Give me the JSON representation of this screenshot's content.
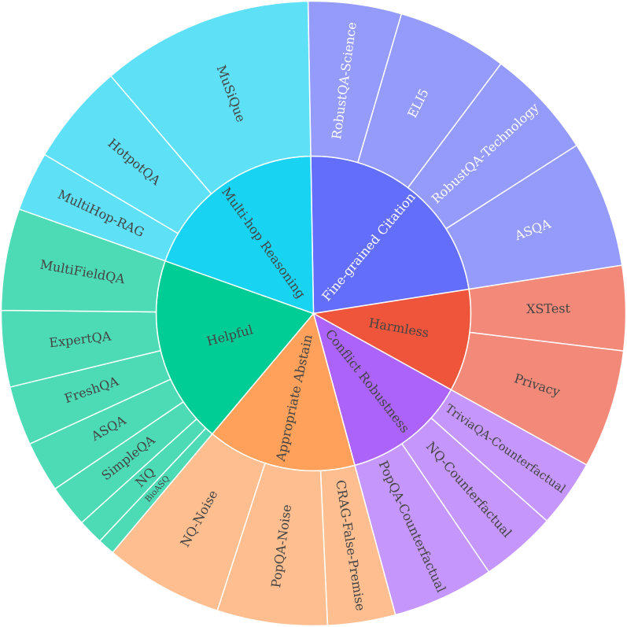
{
  "chart_data": {
    "type": "sunburst",
    "title": "",
    "start_angle_deg": -1,
    "direction": "clockwise",
    "categories": [
      {
        "name": "Fine-grained Citation",
        "color": "#636efa",
        "label_color": "#ffffff",
        "children": [
          {
            "name": "RobustQA-Science",
            "value": 5.5,
            "color": "#949bfb",
            "label_color": "#ffffff"
          },
          {
            "name": "ELI5",
            "value": 6.5,
            "color": "#949bfb",
            "label_color": "#ffffff"
          },
          {
            "name": "RobustQA-Technology",
            "value": 6.5,
            "color": "#949bfb",
            "label_color": "#ffffff"
          },
          {
            "name": "ASQA",
            "value": 7.5,
            "color": "#949bfb",
            "label_color": "#ffffff"
          }
        ]
      },
      {
        "name": "Harmless",
        "color": "#ef553b",
        "label_color": "#444444",
        "children": [
          {
            "name": "XSTest",
            "value": 5.0,
            "color": "#f38a79",
            "label_color": "#444444"
          },
          {
            "name": "Privacy",
            "value": 7.0,
            "color": "#f38a79",
            "label_color": "#444444"
          }
        ]
      },
      {
        "name": "Conflict Robustness",
        "color": "#ab63fa",
        "label_color": "#444444",
        "children": [
          {
            "name": "TriviaQA-Counterfactual",
            "value": 4.0,
            "color": "#c597fc",
            "label_color": "#444444"
          },
          {
            "name": "NQ-Counterfactual",
            "value": 4.5,
            "color": "#c597fc",
            "label_color": "#444444"
          },
          {
            "name": "PopQA-Counterfactual",
            "value": 6.0,
            "color": "#c597fc",
            "label_color": "#444444"
          }
        ]
      },
      {
        "name": "Appropriate Abstain",
        "color": "#ffa15a",
        "label_color": "#444444",
        "children": [
          {
            "name": "CRAG-False-Premise",
            "value": 4.0,
            "color": "#ffbe8f",
            "label_color": "#444444"
          },
          {
            "name": "PopQA-Noise",
            "value": 6.5,
            "color": "#ffbe8f",
            "label_color": "#444444"
          },
          {
            "name": "NQ-Noise",
            "value": 7.0,
            "color": "#ffbe8f",
            "label_color": "#444444"
          }
        ]
      },
      {
        "name": "Helpful",
        "color": "#00cc96",
        "label_color": "#444444",
        "children": [
          {
            "name": "BioASQ",
            "value": 1.0,
            "color": "#4ddbb5",
            "label_color": "#444444"
          },
          {
            "name": "NQ",
            "value": 1.5,
            "color": "#4ddbb5",
            "label_color": "#444444"
          },
          {
            "name": "SimpleQA",
            "value": 2.5,
            "color": "#4ddbb5",
            "label_color": "#444444"
          },
          {
            "name": "ASQA",
            "value": 3.0,
            "color": "#4ddbb5",
            "label_color": "#444444"
          },
          {
            "name": "FreshQA",
            "value": 3.5,
            "color": "#4ddbb5",
            "label_color": "#444444"
          },
          {
            "name": "ExpertQA",
            "value": 4.5,
            "color": "#4ddbb5",
            "label_color": "#444444"
          },
          {
            "name": "MultiFieldQA",
            "value": 6.0,
            "color": "#4ddbb5",
            "label_color": "#444444"
          }
        ]
      },
      {
        "name": "Multi-hop Reasoning",
        "color": "#19d3f3",
        "label_color": "#444444",
        "children": [
          {
            "name": "MultiHop-RAG",
            "value": 3.5,
            "color": "#5ee0f7",
            "label_color": "#444444"
          },
          {
            "name": "HotpotQA",
            "value": 6.0,
            "color": "#5ee0f7",
            "label_color": "#444444"
          },
          {
            "name": "MuSiQue",
            "value": 12.5,
            "color": "#5ee0f7",
            "label_color": "#444444"
          }
        ]
      }
    ]
  }
}
